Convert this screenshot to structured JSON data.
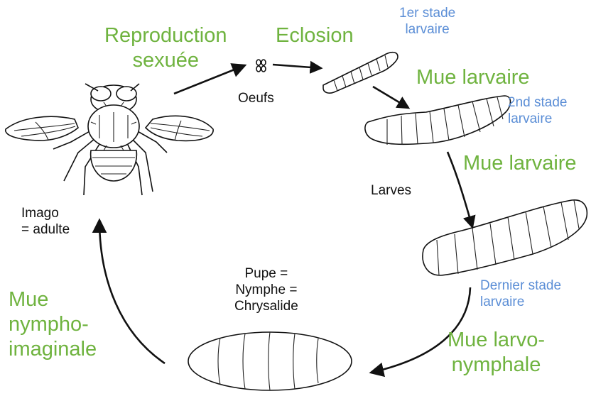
{
  "labels": {
    "reproduction": "Reproduction\nsexuée",
    "eclosion": "Eclosion",
    "stade1": "1er stade\nlarvaire",
    "mue_larvaire_1": "Mue larvaire",
    "stade2": "2nd stade\nlarvaire",
    "oeufs": "Oeufs",
    "mue_larvaire_2": "Mue larvaire",
    "larves": "Larves",
    "imago": "Imago\n= adulte",
    "dernier_stade": "Dernier stade\nlarvaire",
    "pupe": "Pupe =\nNymphe =\nChrysalide",
    "mue_nympho": "Mue\nnympho-\nimaginale",
    "mue_larvo": "Mue larvo-\nnymphale"
  },
  "colors": {
    "process": "#6fb33f",
    "stage": "#5b8ed6",
    "text": "#111111"
  }
}
